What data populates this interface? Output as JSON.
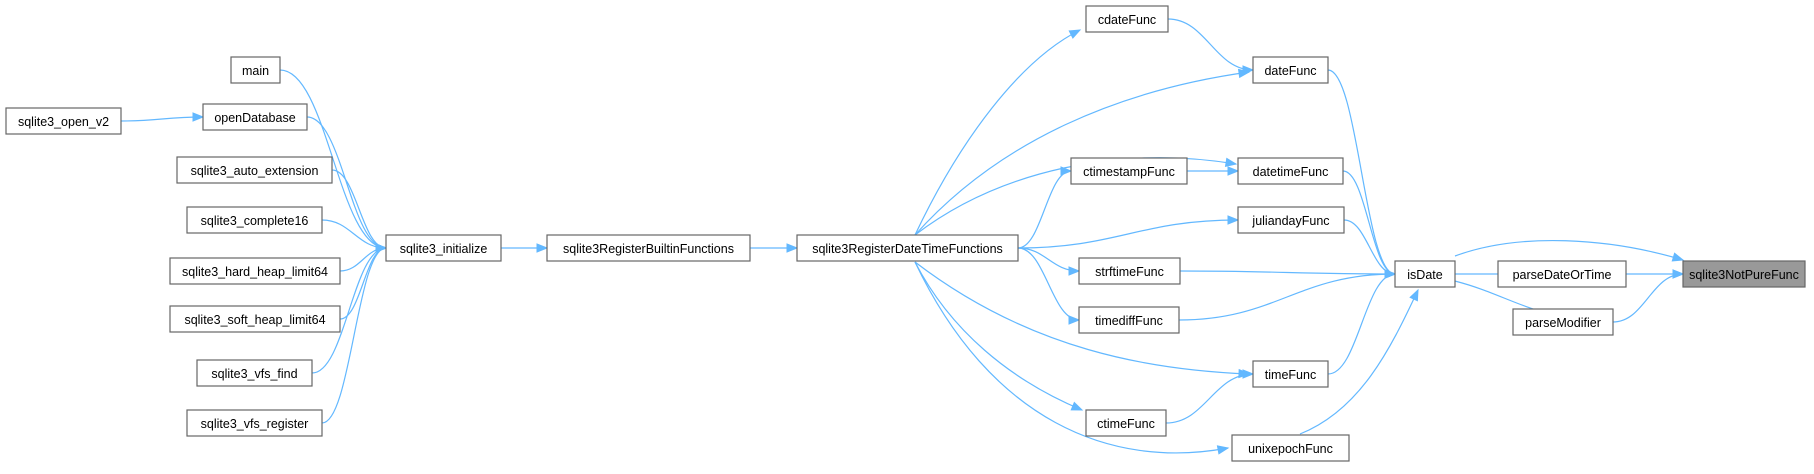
{
  "graph": {
    "nodes": [
      {
        "id": "n0",
        "label": "sqlite3NotPureFunc"
      },
      {
        "id": "n1",
        "label": "isDate"
      },
      {
        "id": "n2",
        "label": "parseDateOrTime"
      },
      {
        "id": "n3",
        "label": "parseModifier"
      },
      {
        "id": "n4",
        "label": "cdateFunc"
      },
      {
        "id": "n5",
        "label": "dateFunc"
      },
      {
        "id": "n6",
        "label": "ctimestampFunc"
      },
      {
        "id": "n7",
        "label": "datetimeFunc"
      },
      {
        "id": "n8",
        "label": "juliandayFunc"
      },
      {
        "id": "n9",
        "label": "strftimeFunc"
      },
      {
        "id": "n10",
        "label": "timediffFunc"
      },
      {
        "id": "n11",
        "label": "timeFunc"
      },
      {
        "id": "n12",
        "label": "ctimeFunc"
      },
      {
        "id": "n13",
        "label": "unixepochFunc"
      },
      {
        "id": "n14",
        "label": "sqlite3RegisterDateTimeFunctions"
      },
      {
        "id": "n15",
        "label": "sqlite3RegisterBuiltinFunctions"
      },
      {
        "id": "n16",
        "label": "sqlite3_initialize"
      },
      {
        "id": "n17",
        "label": "main"
      },
      {
        "id": "n18",
        "label": "openDatabase"
      },
      {
        "id": "n19",
        "label": "sqlite3_open_v2"
      },
      {
        "id": "n20",
        "label": "sqlite3_auto_extension"
      },
      {
        "id": "n21",
        "label": "sqlite3_complete16"
      },
      {
        "id": "n22",
        "label": "sqlite3_hard_heap_limit64"
      },
      {
        "id": "n23",
        "label": "sqlite3_soft_heap_limit64"
      },
      {
        "id": "n24",
        "label": "sqlite3_vfs_find"
      },
      {
        "id": "n25",
        "label": "sqlite3_vfs_register"
      }
    ],
    "edges": [
      {
        "from": "n1",
        "to": "n0"
      },
      {
        "from": "n2",
        "to": "n0"
      },
      {
        "from": "n3",
        "to": "n0"
      },
      {
        "from": "n2",
        "to": "n1"
      },
      {
        "from": "n3",
        "to": "n1"
      },
      {
        "from": "n5",
        "to": "n1"
      },
      {
        "from": "n7",
        "to": "n1"
      },
      {
        "from": "n8",
        "to": "n1"
      },
      {
        "from": "n9",
        "to": "n1"
      },
      {
        "from": "n10",
        "to": "n1"
      },
      {
        "from": "n11",
        "to": "n1"
      },
      {
        "from": "n13",
        "to": "n1"
      },
      {
        "from": "n4",
        "to": "n5"
      },
      {
        "from": "n6",
        "to": "n7"
      },
      {
        "from": "n12",
        "to": "n11"
      },
      {
        "from": "n14",
        "to": "n4"
      },
      {
        "from": "n14",
        "to": "n5"
      },
      {
        "from": "n14",
        "to": "n6"
      },
      {
        "from": "n14",
        "to": "n7"
      },
      {
        "from": "n14",
        "to": "n8"
      },
      {
        "from": "n14",
        "to": "n9"
      },
      {
        "from": "n14",
        "to": "n10"
      },
      {
        "from": "n14",
        "to": "n11"
      },
      {
        "from": "n14",
        "to": "n12"
      },
      {
        "from": "n14",
        "to": "n13"
      },
      {
        "from": "n15",
        "to": "n14"
      },
      {
        "from": "n16",
        "to": "n15"
      },
      {
        "from": "n17",
        "to": "n16"
      },
      {
        "from": "n18",
        "to": "n16"
      },
      {
        "from": "n20",
        "to": "n16"
      },
      {
        "from": "n21",
        "to": "n16"
      },
      {
        "from": "n22",
        "to": "n16"
      },
      {
        "from": "n23",
        "to": "n16"
      },
      {
        "from": "n24",
        "to": "n16"
      },
      {
        "from": "n25",
        "to": "n16"
      },
      {
        "from": "n19",
        "to": "n18"
      }
    ]
  },
  "colors": {
    "edge": "#63b8ff",
    "node_border": "#666666",
    "root_fill": "#999999"
  }
}
